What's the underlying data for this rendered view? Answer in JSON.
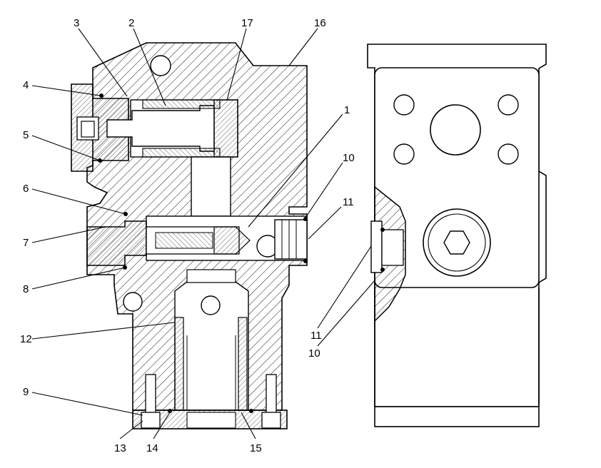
{
  "callouts": {
    "c1": "1",
    "c2": "2",
    "c3": "3",
    "c4": "4",
    "c5": "5",
    "c6": "6",
    "c7": "7",
    "c8": "8",
    "c9": "9",
    "c10a": "10",
    "c10b": "10",
    "c11a": "11",
    "c11b": "11",
    "c12": "12",
    "c13": "13",
    "c14": "14",
    "c15": "15",
    "c16": "16",
    "c17": "17"
  }
}
